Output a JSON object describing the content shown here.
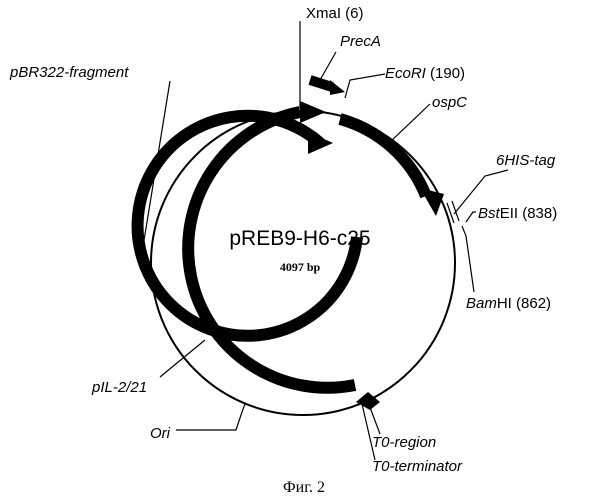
{
  "plasmid": {
    "name": "pREB9-H6-c25",
    "size": "4097 bp"
  },
  "sites": {
    "xmai": "XmaI (6)",
    "ecori_name": "EcoRI",
    "ecori_pos": " (190)",
    "bsteii_italic": "Bst",
    "bsteii_rest": "EII (838)",
    "bamhi_italic": "Bam",
    "bamhi_rest": "HI (862)"
  },
  "features": {
    "prec_a": "PrecA",
    "ospc": "ospC",
    "his_tag": "6HIS-tag",
    "pbr322": "pBR322-fragment",
    "pil": "pIL-2/21",
    "ori": "Ori",
    "t0_region": "T0-region",
    "t0_terminator": "T0-terminator"
  },
  "caption": "Фиг. 2",
  "colors": {
    "ink": "#000000",
    "background": "#ffffff"
  }
}
